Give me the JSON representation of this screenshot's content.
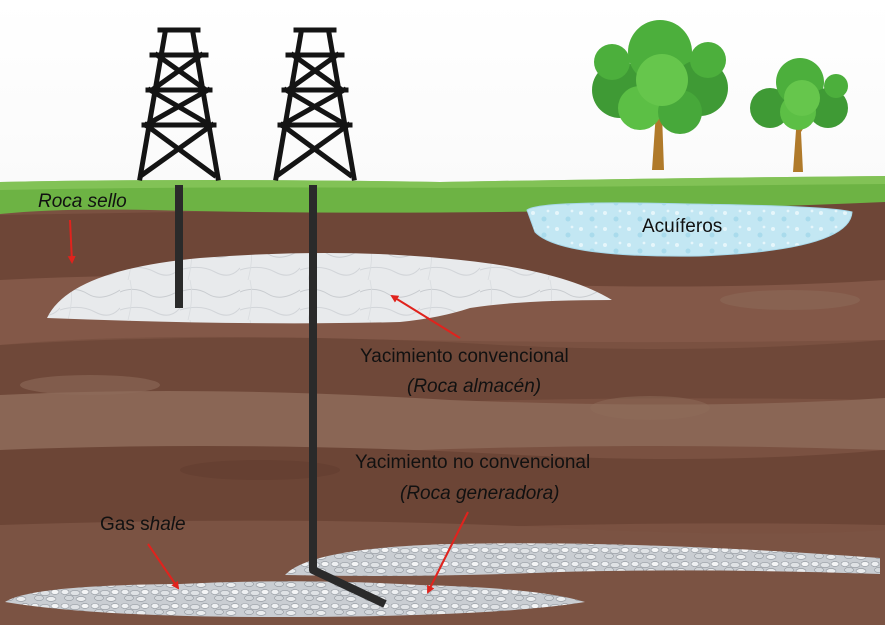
{
  "labels": {
    "roca_sello": "Roca sello",
    "acuiferos": "Acuíferos",
    "yac_conv": "Yacimiento convencional",
    "yac_conv_sub": "(Roca almacén)",
    "yac_noconv": "Yacimiento no convencional",
    "yac_noconv_sub": "(Roca generadora)",
    "gas_prefix": "Gas s",
    "gas_suffix": "hale"
  },
  "colors": {
    "grass": "#6db344",
    "soil_dark": "#6e4637",
    "soil_mid": "#7c5444",
    "soil_light": "#8a6655",
    "arrow": "#e0231d",
    "derrick": "#141414",
    "aquifer": "#bfe6f2",
    "reservoir": "#e6e8ea",
    "gravel": "#cfd3d8",
    "foliage": "#4caf3c",
    "trunk": "#b07a2a"
  },
  "icons": [
    "oil-derrick-icon",
    "tree-icon",
    "arrow-icon"
  ]
}
